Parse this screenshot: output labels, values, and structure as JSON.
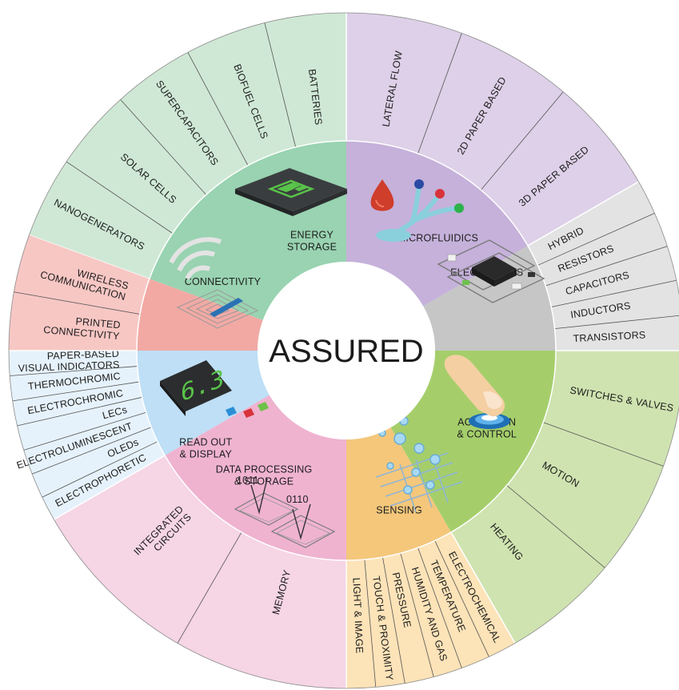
{
  "center_title": "ASSURED",
  "colors": {
    "energy": {
      "outer": "#cfe8d5",
      "inner": "#99d3b1"
    },
    "microfluidics": {
      "outer": "#ddd0e8",
      "inner": "#c5b1da"
    },
    "electronics": {
      "outer": "#e3e3e3",
      "inner": "#c6c6c6"
    },
    "actuation": {
      "outer": "#cfe3b0",
      "inner": "#a5ce6b"
    },
    "sensing": {
      "outer": "#fde3b8",
      "inner": "#f4c77b"
    },
    "data": {
      "outer": "#f6d5e5",
      "inner": "#efb3d0"
    },
    "readout": {
      "outer": "#e6f2fb",
      "inner": "#bedff6"
    },
    "connectivity": {
      "outer": "#f7c7c4",
      "inner": "#f2a9a4"
    }
  },
  "categories": [
    {
      "key": "energy",
      "lines": [
        "ENERGY",
        "STORAGE"
      ],
      "items": [
        [
          "NANOGENERATORS"
        ],
        [
          "SOLAR CELLS"
        ],
        [
          "SUPERCAPACITORS"
        ],
        [
          "BIOFUEL CELLS"
        ],
        [
          "BATTERIES"
        ]
      ]
    },
    {
      "key": "microfluidics",
      "lines": [
        "MICROFLUIDICS"
      ],
      "items": [
        [
          "LATERAL FLOW"
        ],
        [
          "2D PAPER BASED"
        ],
        [
          "3D PAPER BASED"
        ]
      ]
    },
    {
      "key": "electronics",
      "lines": [
        "ELECTRONICS"
      ],
      "items": [
        [
          "HYBRID"
        ],
        [
          "RESISTORS"
        ],
        [
          "CAPACITORS"
        ],
        [
          "INDUCTORS"
        ],
        [
          "TRANSISTORS"
        ]
      ]
    },
    {
      "key": "actuation",
      "lines": [
        "ACTUATION",
        "& CONTROL"
      ],
      "items": [
        [
          "SWITCHES & VALVES"
        ],
        [
          "MOTION"
        ],
        [
          "HEATING"
        ]
      ]
    },
    {
      "key": "sensing",
      "lines": [
        "SENSING"
      ],
      "items": [
        [
          "ELECTROCHEMICAL"
        ],
        [
          "TEMPERATURE"
        ],
        [
          "HUMIDITY AND GAS"
        ],
        [
          "PRESSURE"
        ],
        [
          "TOUCH & PROXIMITY"
        ],
        [
          "LIGHT & IMAGE"
        ]
      ]
    },
    {
      "key": "data",
      "lines": [
        "DATA PROCESSING",
        "& STORAGE"
      ],
      "items": [
        [
          "MEMORY"
        ],
        [
          "INTEGRATED",
          "CIRCUITS"
        ]
      ]
    },
    {
      "key": "readout",
      "lines": [
        "READ OUT",
        "& DISPLAY"
      ],
      "items": [
        [
          "ELECTROPHORETIC"
        ],
        [
          "OLEDs"
        ],
        [
          "ELECTROLUMINESCENT"
        ],
        [
          "LECs"
        ],
        [
          "ELECTROCHROMIC"
        ],
        [
          "THERMOCHROMIC"
        ],
        [
          "PAPER-BASED",
          "VISUAL INDICATORS"
        ]
      ]
    },
    {
      "key": "connectivity",
      "lines": [
        "CONNECTIVITY"
      ],
      "items": [
        [
          "PRINTED",
          "CONNECTIVITY"
        ],
        [
          "WIRELESS",
          "COMMUNICATION"
        ]
      ]
    }
  ],
  "icons": {
    "display_digits": "6.3",
    "bits_left": "1011",
    "bits_right": "0110"
  }
}
